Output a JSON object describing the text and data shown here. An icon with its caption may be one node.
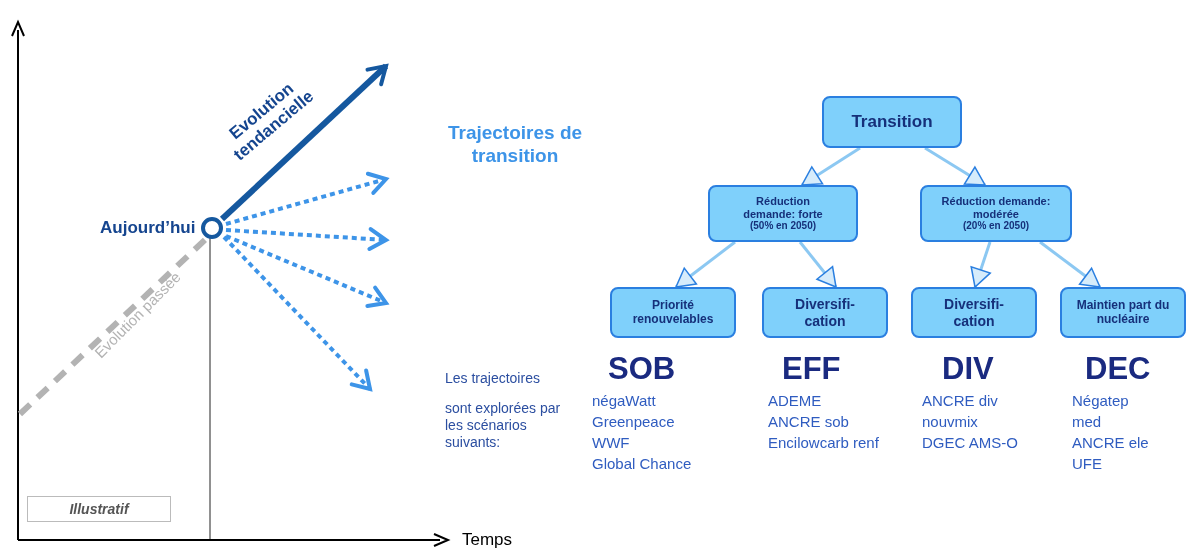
{
  "diagram": {
    "nodes": [
      {
        "text": [
          "Aujourd’hui"
        ]
      },
      {
        "text": [
          "Illustratif"
        ]
      },
      {
        "text": [
          "Transition"
        ]
      },
      {
        "text": [
          "Réduction demande: forte",
          "(50% en 2050)"
        ]
      },
      {
        "text": [
          "Réduction demande: modérée",
          "(20% en 2050)"
        ]
      },
      {
        "text": [
          "Priorité renouvelables"
        ]
      },
      {
        "text": [
          "Diversifi- cation"
        ]
      },
      {
        "text": [
          "Diversifi- cation"
        ]
      },
      {
        "text": [
          "Maintien part du nucléaire"
        ]
      }
    ],
    "edges": [
      {
        "from": null,
        "to": 0,
        "arrow": "none",
        "label": "Evolution passée",
        "style": "dashed",
        "color": "#b3b3b3"
      },
      {
        "from": 0,
        "to": null,
        "arrow": "to",
        "label": "Evolution tendancielle",
        "style": "thick",
        "color": "#15589f"
      },
      {
        "from": 0,
        "to": null,
        "arrow": "to",
        "style": "dashed",
        "color": "#3d94e8"
      },
      {
        "from": 0,
        "to": null,
        "arrow": "to",
        "style": "dashed",
        "color": "#3d94e8"
      },
      {
        "from": 0,
        "to": null,
        "arrow": "to",
        "style": "dashed",
        "color": "#3d94e8"
      },
      {
        "from": 0,
        "to": null,
        "arrow": "to",
        "style": "dashed",
        "color": "#3d94e8"
      },
      {
        "from": 2,
        "to": 3,
        "arrow": "to"
      },
      {
        "from": 2,
        "to": 4,
        "arrow": "to"
      },
      {
        "from": 3,
        "to": 5,
        "arrow": "to"
      },
      {
        "from": 3,
        "to": 6,
        "arrow": "to"
      },
      {
        "from": 4,
        "to": 7,
        "arrow": "to"
      },
      {
        "from": 4,
        "to": 8,
        "arrow": "to"
      }
    ],
    "labels": [
      "Trajectoires de transition",
      "Les trajectoires",
      "sont explorées par les scénarios suivants:",
      "SOB",
      "EFF",
      "DIV",
      "DEC",
      "négaWatt",
      "Greenpeace",
      "WWF",
      "Global Chance",
      "ADEME",
      "ANCRE sob",
      "Encilowcarb renf",
      "ANCRE div",
      "nouvmix",
      "DGEC AMS-O",
      "Négatep",
      "med",
      "ANCRE ele",
      "UFE",
      "Temps"
    ]
  }
}
